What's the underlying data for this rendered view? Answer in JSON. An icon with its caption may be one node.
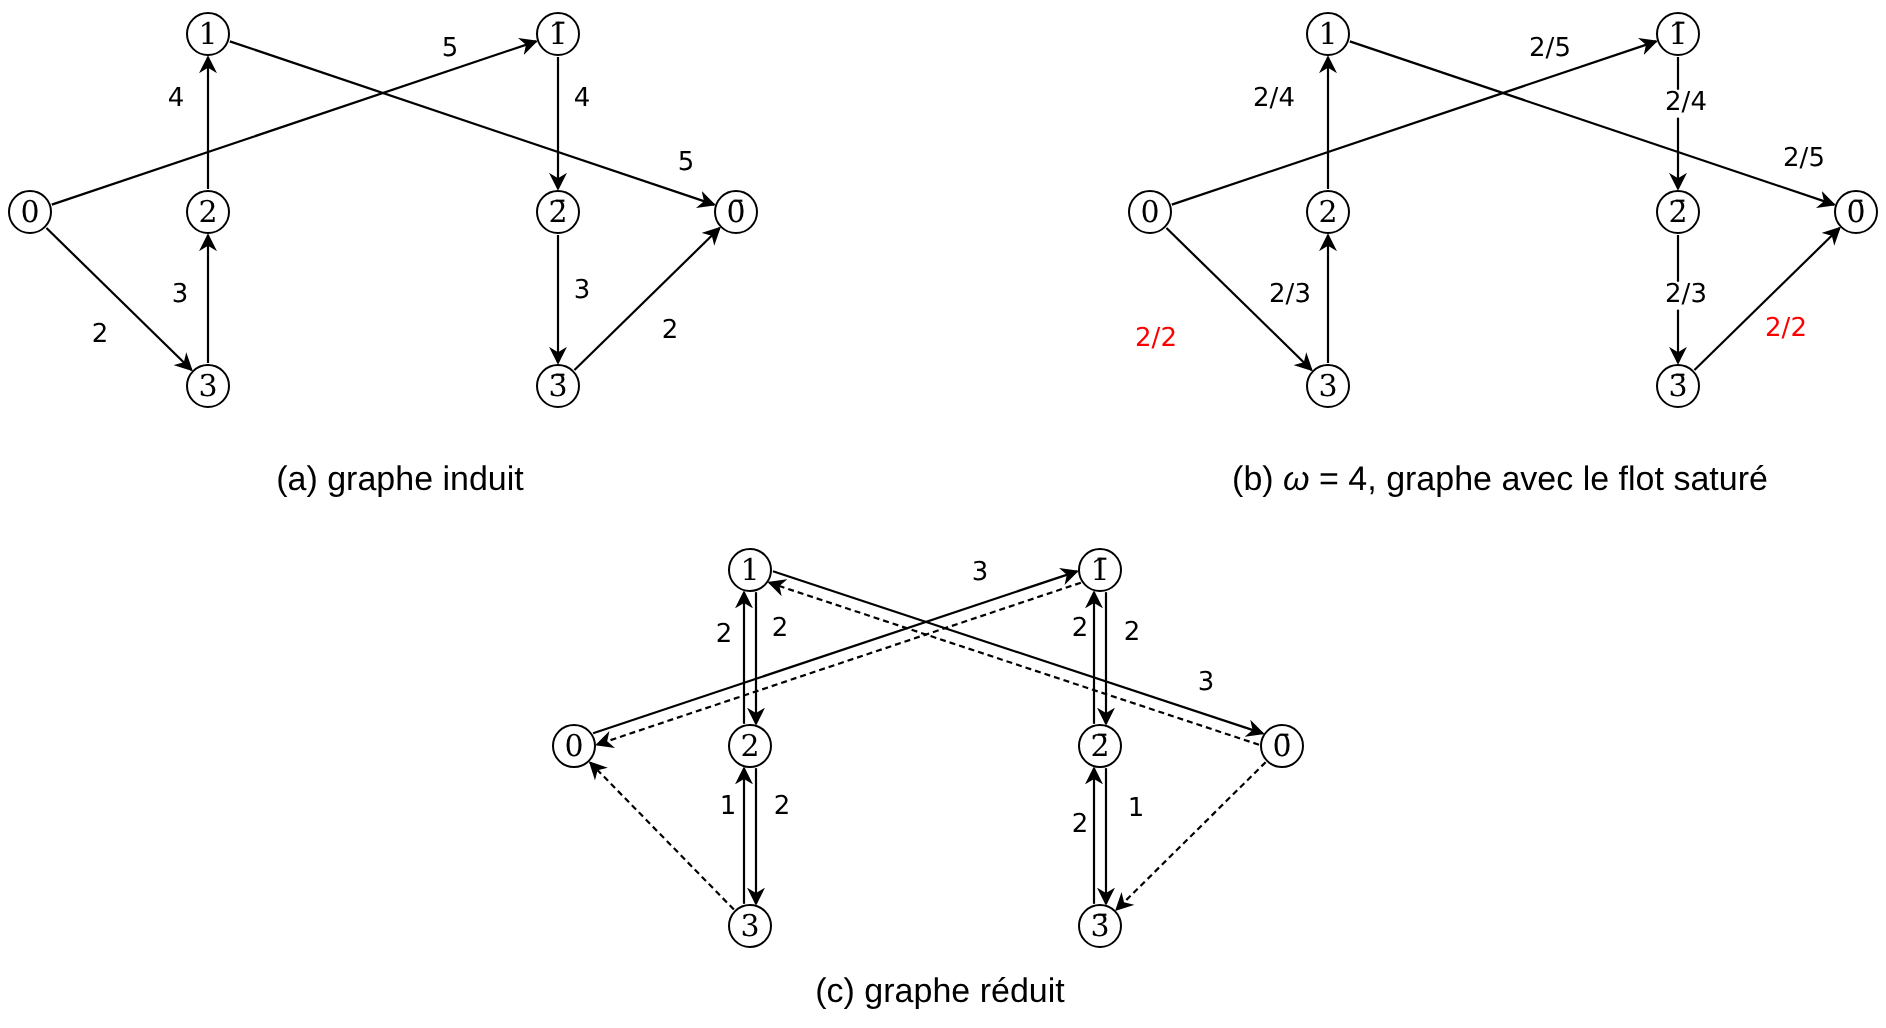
{
  "diagram": {
    "nodes": [
      {
        "text": [
          "1"
        ]
      },
      {
        "text": [
          "1̄"
        ]
      },
      {
        "text": [
          "0"
        ]
      },
      {
        "text": [
          "2"
        ]
      },
      {
        "text": [
          "2̄"
        ]
      },
      {
        "text": [
          "0̄"
        ]
      },
      {
        "text": [
          "3"
        ]
      },
      {
        "text": [
          "3̄"
        ]
      },
      {
        "text": [
          "1"
        ]
      },
      {
        "text": [
          "1̄"
        ]
      },
      {
        "text": [
          "0"
        ]
      },
      {
        "text": [
          "2"
        ]
      },
      {
        "text": [
          "2̄"
        ]
      },
      {
        "text": [
          "0̄"
        ]
      },
      {
        "text": [
          "3"
        ]
      },
      {
        "text": [
          "3̄"
        ]
      },
      {
        "text": [
          "1"
        ]
      },
      {
        "text": [
          "1̄"
        ]
      },
      {
        "text": [
          "0"
        ]
      },
      {
        "text": [
          "2"
        ]
      },
      {
        "text": [
          "2̄"
        ]
      },
      {
        "text": [
          "0̄"
        ]
      },
      {
        "text": [
          "3"
        ]
      },
      {
        "text": [
          "3̄"
        ]
      }
    ],
    "edges": [
      {
        "from": 2,
        "to": 1,
        "arrow": "to",
        "label": "5"
      },
      {
        "from": 0,
        "to": 5,
        "arrow": "to",
        "label": "5"
      },
      {
        "from": 3,
        "to": 0,
        "arrow": "to",
        "label": "4"
      },
      {
        "from": 6,
        "to": 3,
        "arrow": "to",
        "label": "3"
      },
      {
        "from": 2,
        "to": 6,
        "arrow": "to",
        "label": "2"
      },
      {
        "from": 1,
        "to": 4,
        "arrow": "to",
        "label": "4"
      },
      {
        "from": 4,
        "to": 7,
        "arrow": "to",
        "label": "3"
      },
      {
        "from": 7,
        "to": 5,
        "arrow": "to",
        "label": "2"
      },
      {
        "from": 10,
        "to": 9,
        "arrow": "to",
        "label": "2/5"
      },
      {
        "from": 8,
        "to": 13,
        "arrow": "to",
        "label": "2/5"
      },
      {
        "from": 11,
        "to": 8,
        "arrow": "to",
        "label": "2/4"
      },
      {
        "from": 14,
        "to": 11,
        "arrow": "to",
        "label": "2/3"
      },
      {
        "from": 10,
        "to": 14,
        "arrow": "to",
        "label": "2/2"
      },
      {
        "from": 9,
        "to": 12,
        "arrow": "to",
        "label": "2/4"
      },
      {
        "from": 12,
        "to": 15,
        "arrow": "to",
        "label": "2/3"
      },
      {
        "from": 15,
        "to": 13,
        "arrow": "to",
        "label": "2/2"
      },
      {
        "from": 18,
        "to": 17,
        "arrow": "to",
        "label": "3"
      },
      {
        "from": 17,
        "to": 18,
        "arrow": "to",
        "style": "dashed"
      },
      {
        "from": 16,
        "to": 21,
        "arrow": "to",
        "label": "3"
      },
      {
        "from": 21,
        "to": 16,
        "arrow": "to",
        "style": "dashed"
      },
      {
        "from": 19,
        "to": 16,
        "arrow": "to",
        "label": "2"
      },
      {
        "from": 16,
        "to": 19,
        "arrow": "to",
        "label": "2"
      },
      {
        "from": 22,
        "to": 19,
        "arrow": "to",
        "label": "1"
      },
      {
        "from": 19,
        "to": 22,
        "arrow": "to",
        "label": "2"
      },
      {
        "from": 20,
        "to": 17,
        "arrow": "to",
        "label": "2"
      },
      {
        "from": 17,
        "to": 20,
        "arrow": "to",
        "label": "2"
      },
      {
        "from": 23,
        "to": 20,
        "arrow": "to",
        "label": "2"
      },
      {
        "from": 20,
        "to": 23,
        "arrow": "to",
        "label": "1"
      },
      {
        "from": 22,
        "to": 18,
        "arrow": "to",
        "style": "dashed"
      },
      {
        "from": 21,
        "to": 23,
        "arrow": "to",
        "style": "dashed"
      }
    ],
    "labels": [
      "(a) graphe induit",
      "(b) *ω* = 4, graphe avec le flot saturé",
      "(c) graphe réduit"
    ]
  }
}
